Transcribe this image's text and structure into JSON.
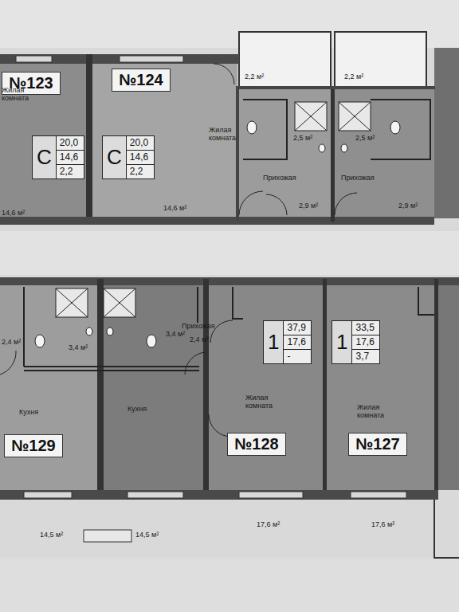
{
  "diagram": {
    "nodes": [
      {
        "text": [
          "№123"
        ]
      },
      {
        "text": [
          "С",
          "20,0",
          "14,6",
          "2,2"
        ]
      },
      {
        "text": [
          "№124"
        ]
      },
      {
        "text": [
          "С",
          "20,0",
          "14,6",
          "2,2"
        ]
      },
      {
        "text": [
          "№129"
        ]
      },
      {
        "text": [
          "№128"
        ]
      },
      {
        "text": [
          "1",
          "37,9",
          "17,6",
          "-"
        ]
      },
      {
        "text": [
          "№127"
        ]
      },
      {
        "text": [
          "1",
          "33,5",
          "17,6",
          "3,7"
        ]
      }
    ],
    "labels": [
      "Жилая комната",
      "14,6 м²",
      "Жилая комната",
      "14,6 м²",
      "2,2 м²",
      "2,2 м²",
      "2,5 м²",
      "2,5 м²",
      "Прихожая",
      "Прихожая",
      "2,9 м²",
      "2,9 м²",
      "2,4 м²",
      "3,4 м²",
      "3,4 м²",
      "Прихожая",
      "2,4 м²",
      "Кухня",
      "Кухня",
      "14,5 м²",
      "14,5 м²",
      "Жилая комната",
      "17,6 м²",
      "Жилая комната",
      "17,6 м²"
    ]
  }
}
